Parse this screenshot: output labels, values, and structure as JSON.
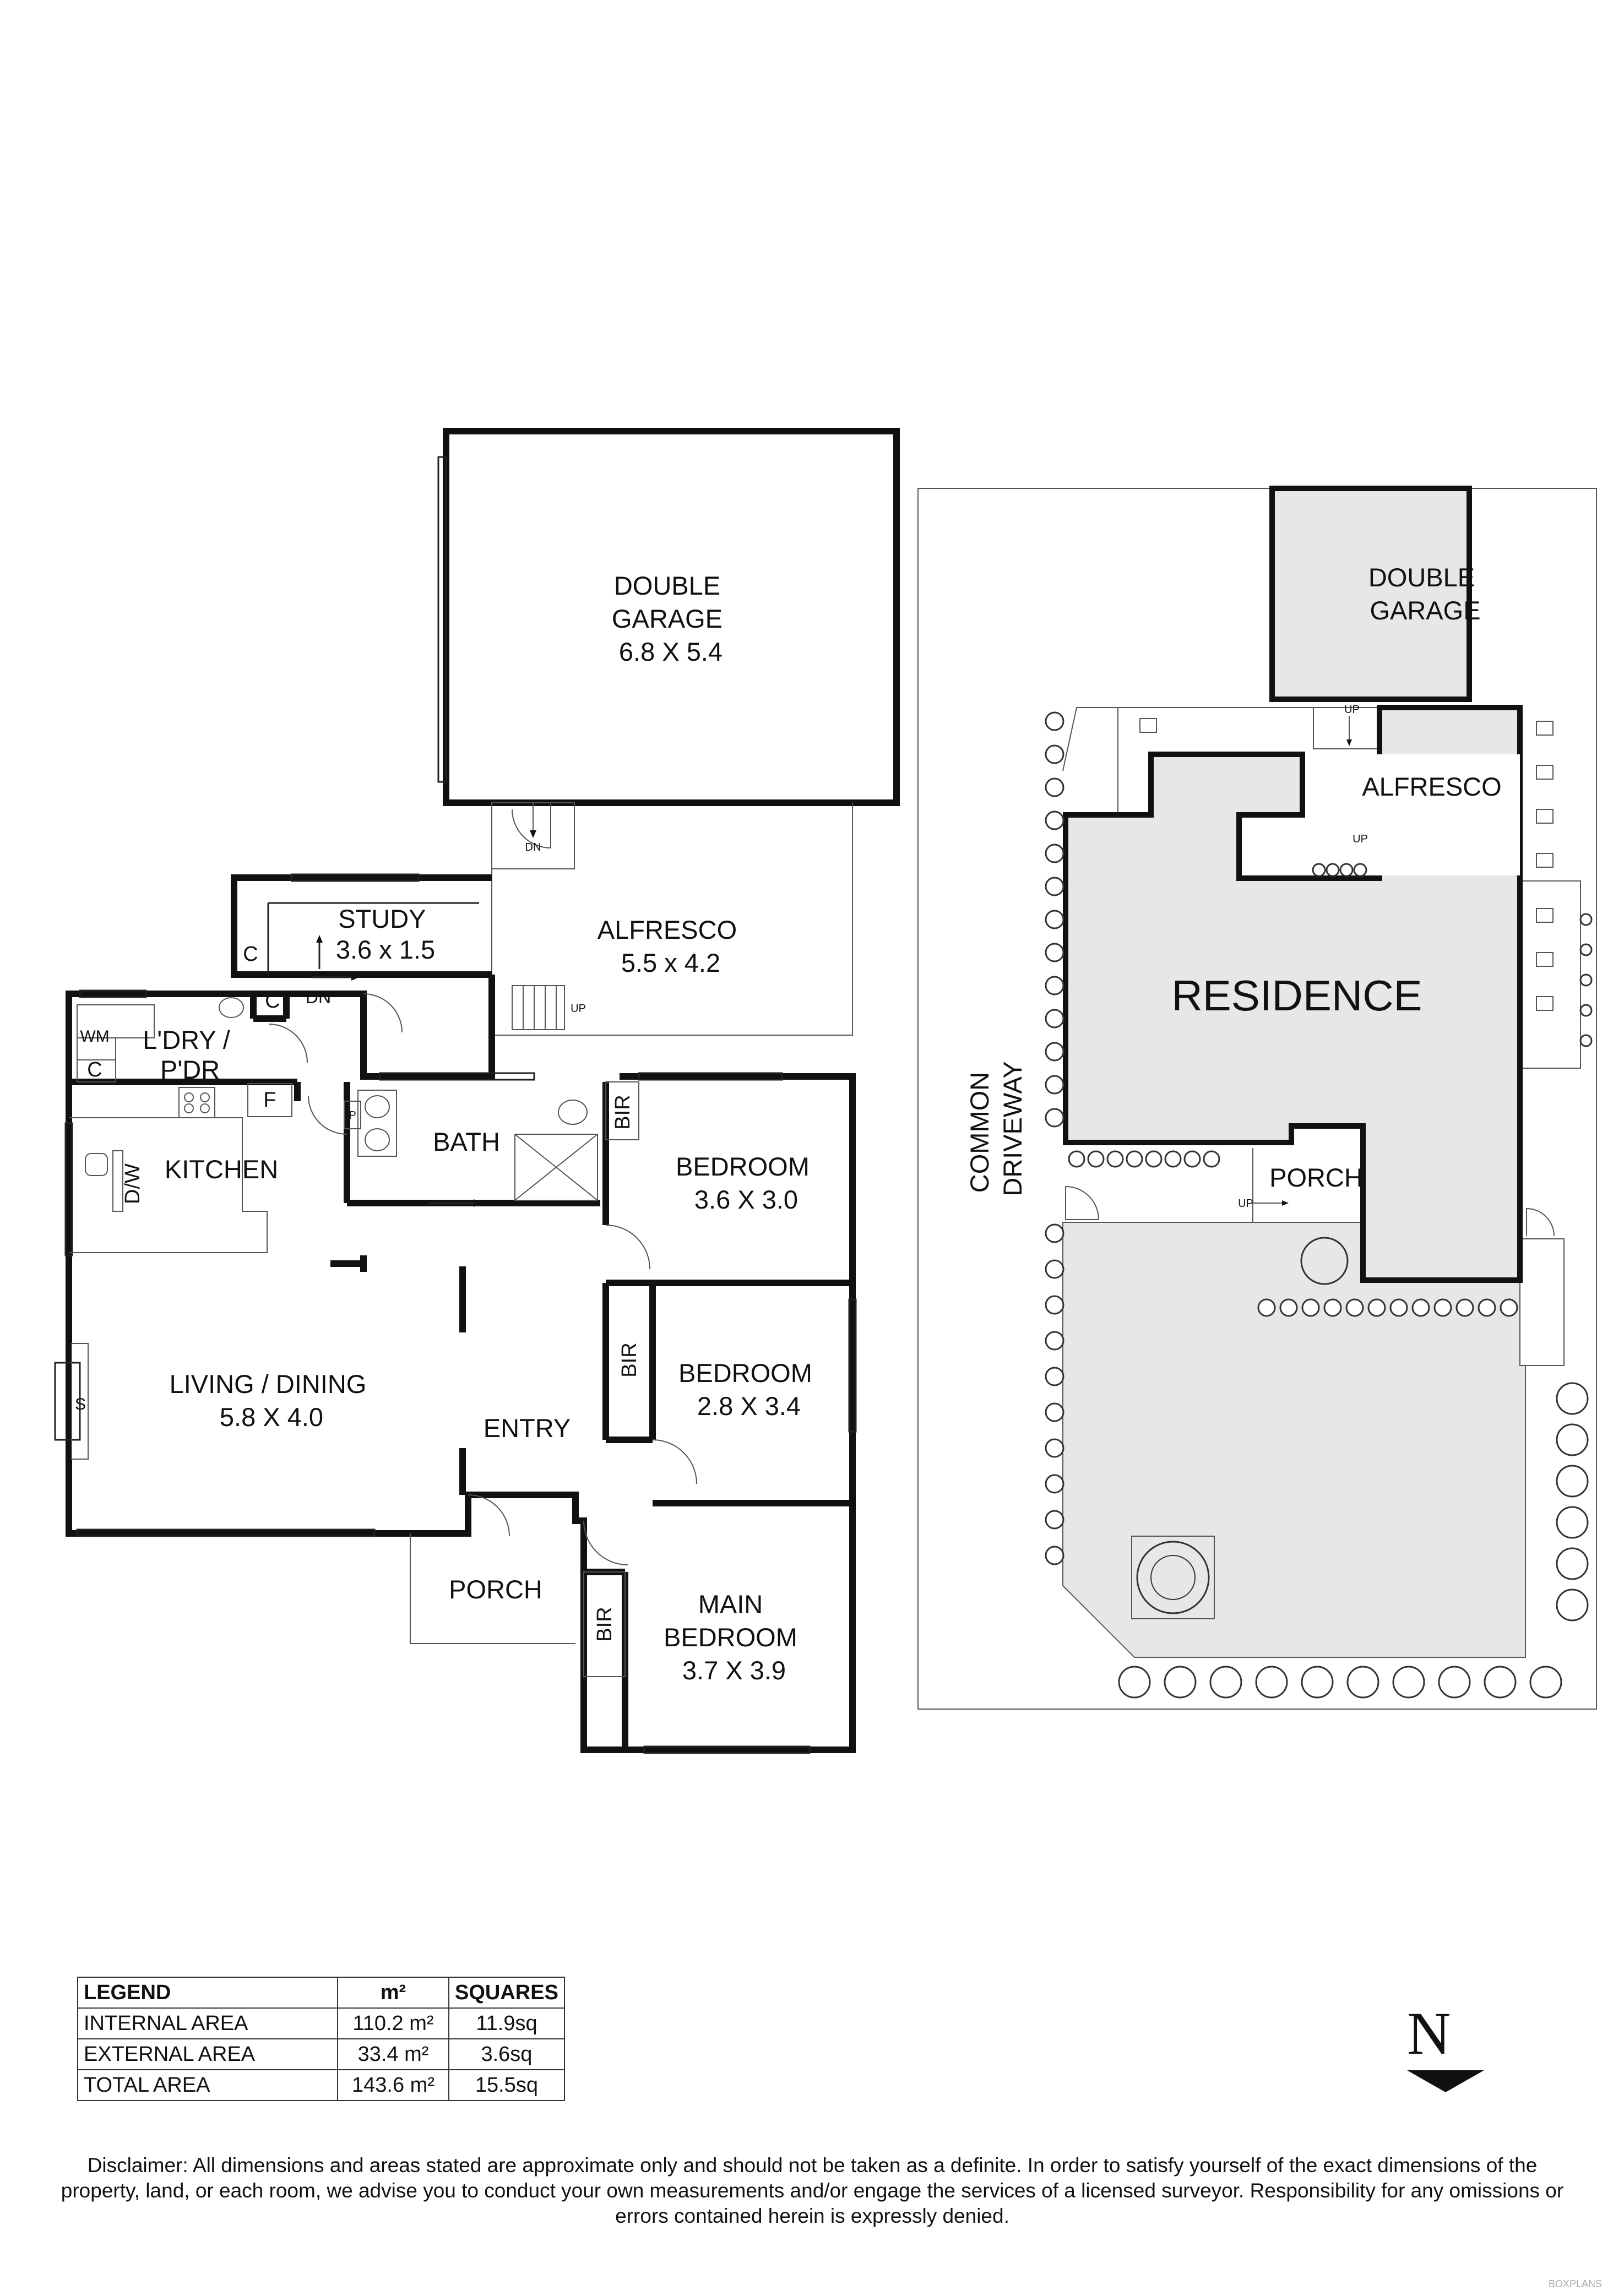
{
  "floorplan": {
    "rooms": {
      "double_garage": "DOUBLE\nGARAGE\n6.8 X 5.4",
      "study": "STUDY\n3.6 x 1.5",
      "alfresco": "ALFRESCO\n5.5 x 4.2",
      "laundry": "L'DRY /\nP'DR",
      "kitchen": "KITCHEN",
      "bath": "BATH",
      "bedroom1": "BEDROOM\n3.6 X 3.0",
      "bedroom2": "BEDROOM\n2.8 X 3.4",
      "living": "LIVING / DINING\n5.8 X 4.0",
      "entry": "ENTRY",
      "porch": "PORCH",
      "main_bedroom": "MAIN\nBEDROOM\n3.7 X 3.9"
    },
    "small_labels": {
      "c1": "C",
      "c2": "C",
      "c3": "C",
      "wm": "WM",
      "f": "F",
      "dw": "D/W",
      "p": "P",
      "s": "S",
      "bir": "BIR",
      "dn": "DN",
      "up": "UP"
    }
  },
  "site_plan": {
    "double_garage": "DOUBLE\nGARAGE",
    "alfresco": "ALFRESCO",
    "residence": "RESIDENCE",
    "porch": "PORCH",
    "driveway": "COMMON\nDRIVEWAY",
    "up": "UP"
  },
  "legend": {
    "headers": [
      "LEGEND",
      "m²",
      "SQUARES"
    ],
    "rows": [
      [
        "INTERNAL AREA",
        "110.2 m²",
        "11.9sq"
      ],
      [
        "EXTERNAL AREA",
        "33.4 m²",
        "3.6sq"
      ],
      [
        "TOTAL AREA",
        "143.6 m²",
        "15.5sq"
      ]
    ]
  },
  "north_label": "N",
  "disclaimer": "Disclaimer: All dimensions and areas stated are approximate only and should not be taken as a definite. In order to satisfy yourself of the exact dimensions of the property, land, or each room, we advise you to conduct your own measurements and/or engage the services of a licensed surveyor. Responsibility for any omissions or errors contained herein is expressly denied.",
  "watermark": "BOXPLANS"
}
